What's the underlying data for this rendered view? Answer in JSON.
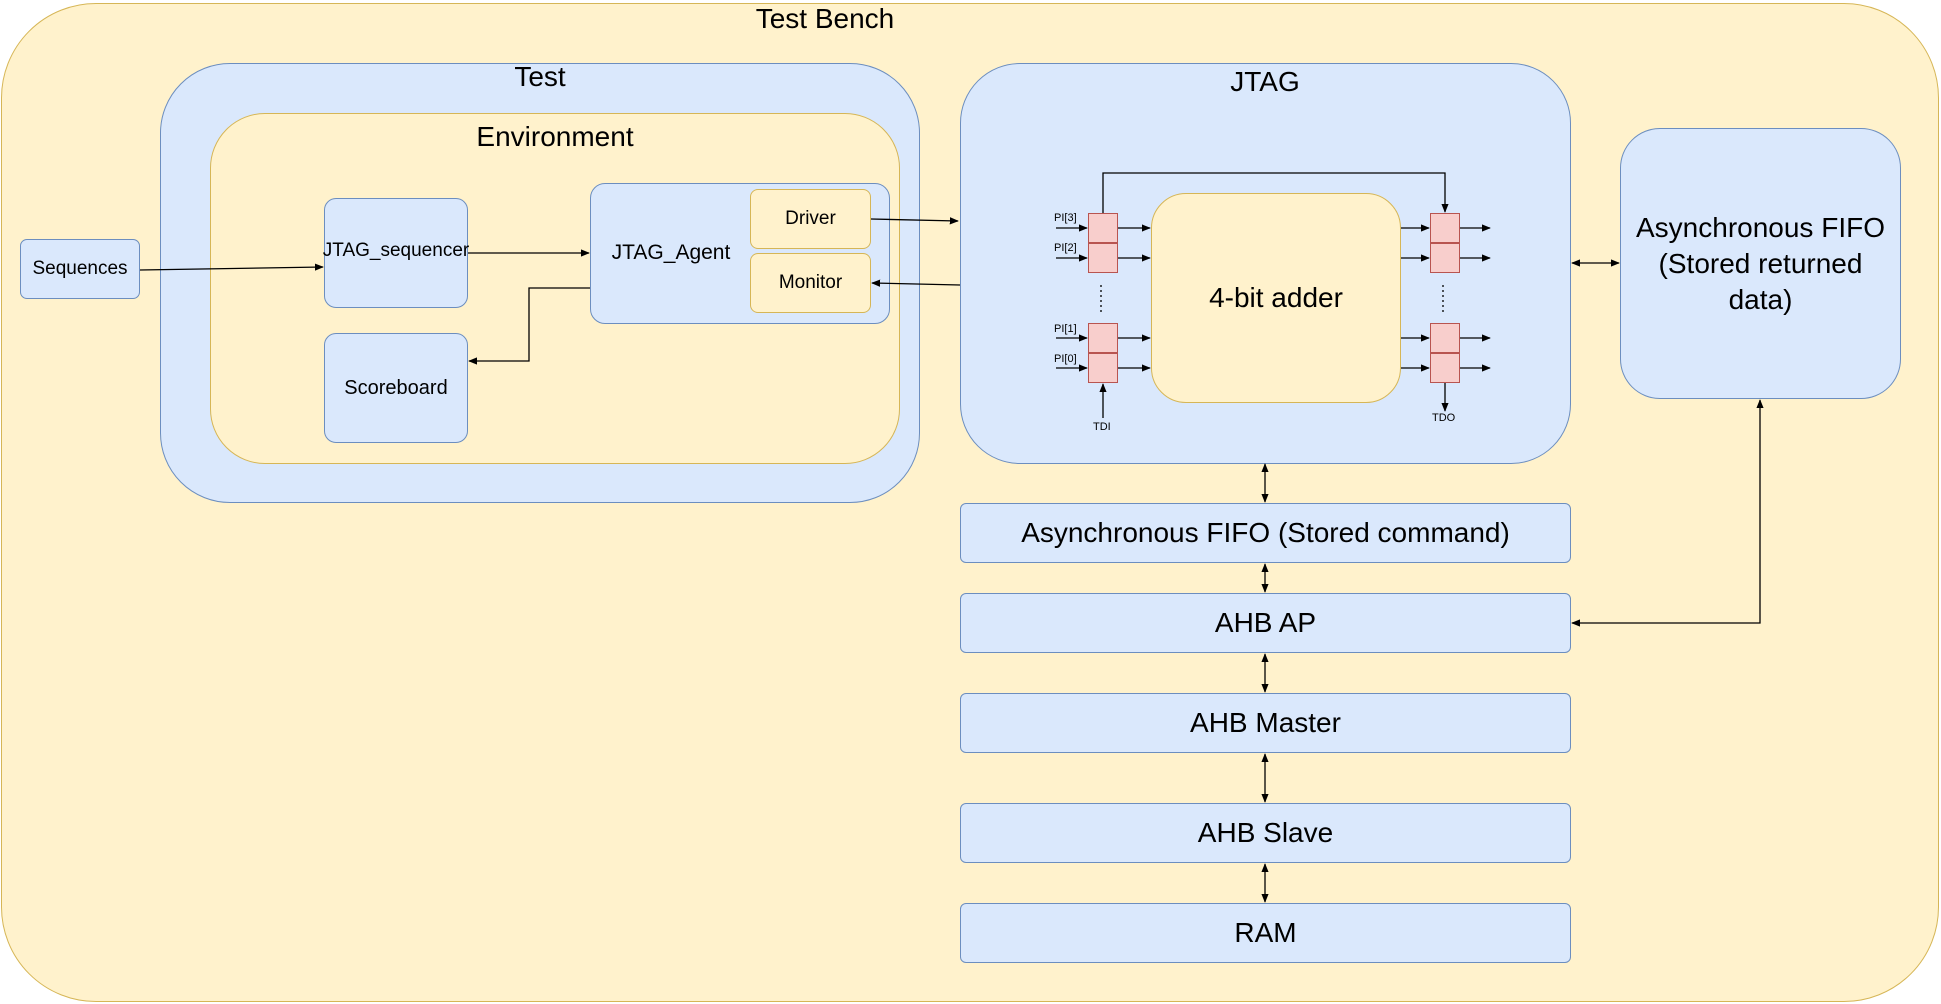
{
  "colors": {
    "container_fill": "#fff2cc",
    "container_stroke": "#d6b656",
    "block_fill": "#dae8fc",
    "block_stroke": "#6c8ebf",
    "register_fill": "#f8cecc",
    "register_stroke": "#b85450"
  },
  "testbench": {
    "title": "Test Bench"
  },
  "test": {
    "title": "Test",
    "environment": {
      "title": "Environment",
      "sequencer": "JTAG_sequencer",
      "scoreboard": "Scoreboard",
      "agent": {
        "title": "JTAG_Agent",
        "driver": "Driver",
        "monitor": "Monitor"
      }
    }
  },
  "sequences": "Sequences",
  "jtag": {
    "title": "JTAG",
    "adder": "4-bit adder",
    "inputs": [
      "PI[3]",
      "PI[2]",
      "PI[1]",
      "PI[0]"
    ],
    "tdi": "TDI",
    "tdo": "TDO"
  },
  "fifo_returned": "Asynchronous FIFO (Stored returned data)",
  "chain": {
    "fifo_command": "Asynchronous FIFO (Stored command)",
    "ahb_ap": "AHB AP",
    "ahb_master": "AHB Master",
    "ahb_slave": "AHB Slave",
    "ram": "RAM"
  }
}
